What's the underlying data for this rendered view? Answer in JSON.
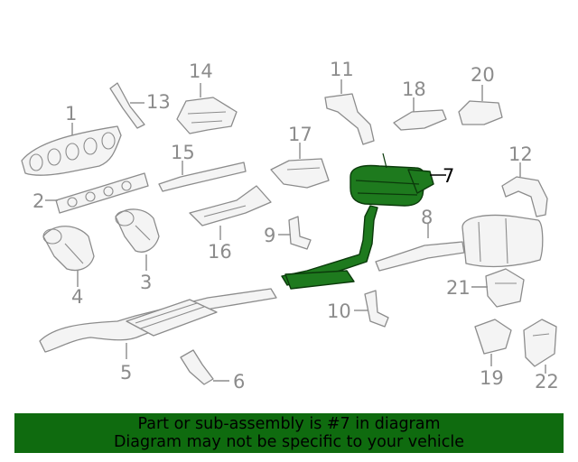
{
  "diagram": {
    "highlighted_part": "7",
    "callouts": [
      "1",
      "2",
      "3",
      "4",
      "5",
      "6",
      "7",
      "8",
      "9",
      "10",
      "11",
      "12",
      "13",
      "14",
      "15",
      "16",
      "17",
      "18",
      "19",
      "20",
      "21",
      "22"
    ],
    "colors": {
      "highlight": "#1e7a1e",
      "banner": "#0f6b0f",
      "linework": "#8c8c8c"
    }
  },
  "banner": {
    "line1": "Part or sub-assembly is #7 in diagram",
    "line2": "Diagram may not be specific to your vehicle"
  }
}
